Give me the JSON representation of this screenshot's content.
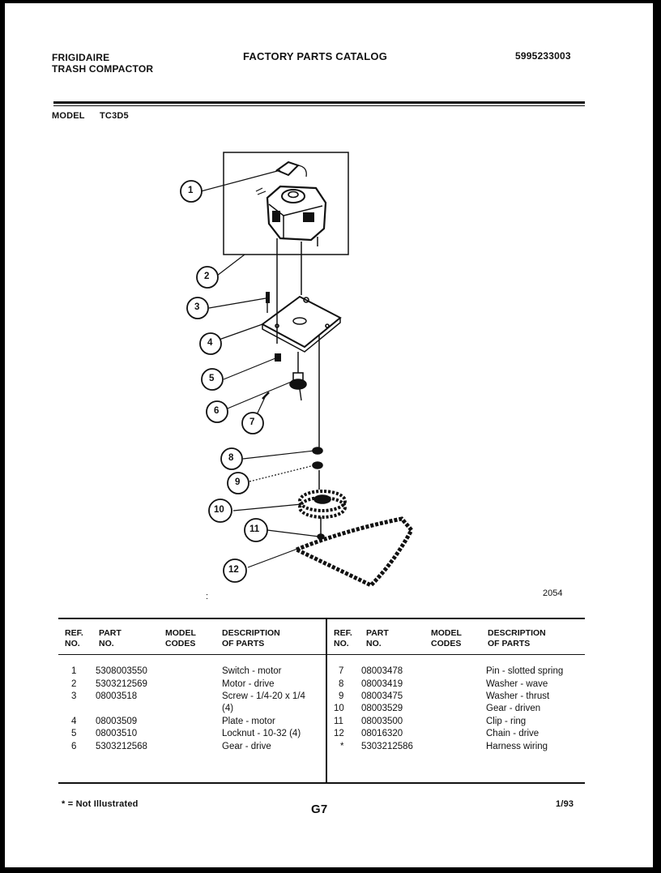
{
  "header": {
    "brand": "FRIGIDAIRE",
    "product": "TRASH COMPACTOR",
    "catalog_title": "FACTORY PARTS CATALOG",
    "catalog_number": "5995233003",
    "model_label": "MODEL",
    "model_value": "TC3D5"
  },
  "diagram": {
    "callouts": [
      "1",
      "2",
      "3",
      "4",
      "5",
      "6",
      "7",
      "8",
      "9",
      "10",
      "11",
      "12"
    ],
    "figure_number": "2054"
  },
  "table": {
    "headers": {
      "ref": [
        "REF.",
        "NO."
      ],
      "part": [
        "PART",
        "NO."
      ],
      "model": [
        "MODEL",
        "CODES"
      ],
      "desc": [
        "DESCRIPTION",
        "OF PARTS"
      ]
    },
    "left_rows": [
      {
        "ref": "1",
        "part": "5308003550",
        "desc": "Switch - motor"
      },
      {
        "ref": "2",
        "part": "5303212569",
        "desc": "Motor - drive"
      },
      {
        "ref": "3",
        "part": "08003518",
        "desc": "Screw - 1/4-20 x 1/4"
      },
      {
        "ref": "",
        "part": "",
        "desc": "(4)"
      },
      {
        "ref": "4",
        "part": "08003509",
        "desc": "Plate - motor"
      },
      {
        "ref": "5",
        "part": "08003510",
        "desc": "Locknut - 10-32 (4)"
      },
      {
        "ref": "6",
        "part": "5303212568",
        "desc": "Gear - drive"
      }
    ],
    "right_rows": [
      {
        "ref": "7",
        "part": "08003478",
        "desc": "Pin - slotted spring"
      },
      {
        "ref": "8",
        "part": "08003419",
        "desc": "Washer - wave"
      },
      {
        "ref": "9",
        "part": "08003475",
        "desc": "Washer - thrust"
      },
      {
        "ref": "10",
        "part": "08003529",
        "desc": "Gear - driven"
      },
      {
        "ref": "11",
        "part": "08003500",
        "desc": "Clip - ring"
      },
      {
        "ref": "12",
        "part": "08016320",
        "desc": "Chain - drive"
      },
      {
        "ref": "*",
        "part": "5303212586",
        "desc": "Harness wiring"
      }
    ]
  },
  "footer": {
    "note": "* = Not Illustrated",
    "page": "G7",
    "date": "1/93"
  }
}
